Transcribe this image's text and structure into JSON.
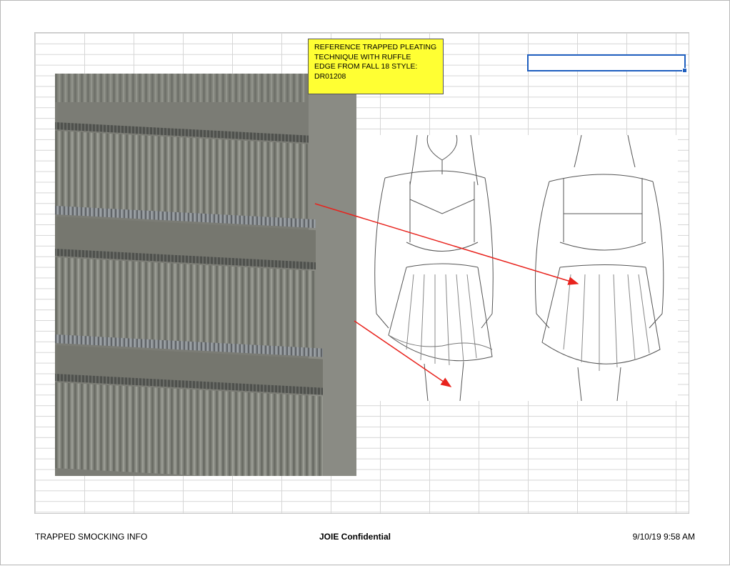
{
  "note": {
    "text": "REFERENCE TRAPPED PLEATING\nTECHNIQUE WITH RUFFLE\nEDGE FROM FALL 18 STYLE:\nDR01208",
    "background": "#ffff33"
  },
  "footer": {
    "left": "TRAPPED SMOCKING INFO",
    "center": "JOIE Confidential",
    "right": "9/10/19 9:58 AM"
  },
  "colors": {
    "arrow": "#e8231d",
    "selection": "#1f5fbf",
    "gridline": "#d6d6d6"
  }
}
